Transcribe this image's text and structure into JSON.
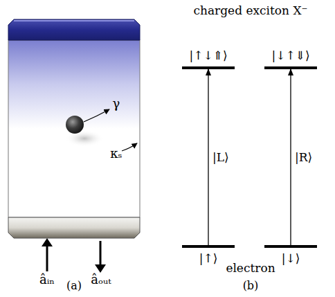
{
  "diagram": {
    "nodes": [
      {
        "text": [
          "|↑↓⇑⟩"
        ]
      },
      {
        "text": [
          "|↓↑⇓⟩"
        ]
      },
      {
        "text": [
          "|↑⟩"
        ]
      },
      {
        "text": [
          "|↓⟩"
        ]
      }
    ],
    "edges": [
      {
        "from": 2,
        "to": 0,
        "arrow": "to",
        "label": "|L⟩"
      },
      {
        "from": 3,
        "to": 1,
        "arrow": "to",
        "label": "|R⟩"
      }
    ],
    "labels": [
      "charged exciton X⁻",
      "(a)",
      "(b)",
      "γ",
      "κₛ",
      "âᵢₙ",
      "âₒᵤₜ",
      "electron"
    ]
  }
}
